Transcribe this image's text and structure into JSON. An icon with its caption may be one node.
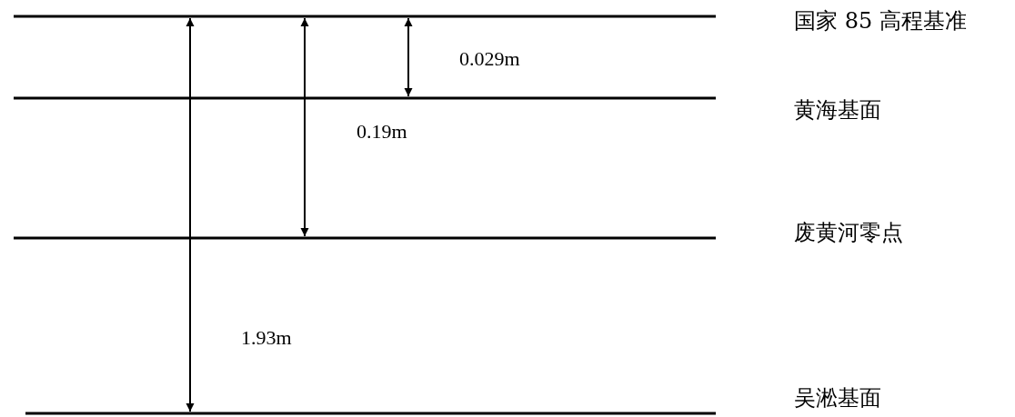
{
  "diagram": {
    "labels": [
      "国家 85 高程基准",
      "0.029m",
      "黄海基面",
      "0.19m",
      "废黄河零点",
      "1.93m",
      "吴淞基面"
    ]
  }
}
